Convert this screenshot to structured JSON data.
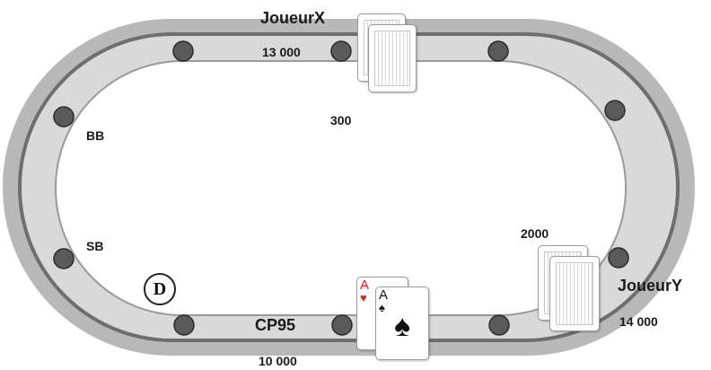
{
  "players": {
    "top": {
      "name": "JoueurX",
      "stack": "13 000",
      "bet": "300"
    },
    "right": {
      "name": "JoueurY",
      "stack": "14 000",
      "bet": "2000"
    },
    "hero": {
      "name": "CP95",
      "stack": "10 000"
    }
  },
  "positions": {
    "big_blind": "BB",
    "small_blind": "SB"
  },
  "dealer_button": "D",
  "hero_cards": [
    {
      "rank": "A",
      "suit": "♥",
      "color": "#e0201b"
    },
    {
      "rank": "A",
      "suit": "♠",
      "color": "#111111"
    }
  ],
  "colors": {
    "rail_outer": "#b8b8b8",
    "rail_inner": "#d9d9d9",
    "felt": "#ffffff",
    "seat": "#5a5a5a"
  }
}
